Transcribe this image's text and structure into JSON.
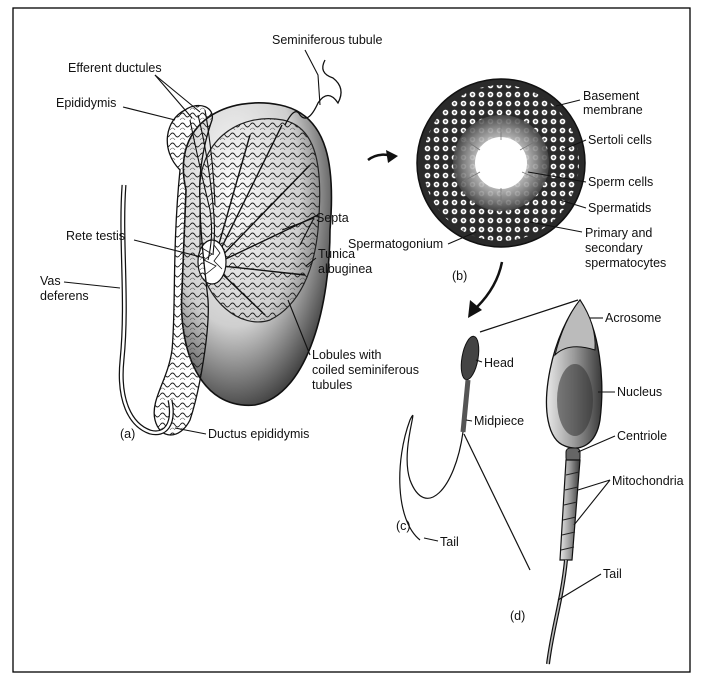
{
  "diagram": {
    "panel_a": {
      "panel_label": "(a)",
      "labels": {
        "seminiferous_tubule": "Seminiferous tubule",
        "efferent_ductules": "Efferent ductules",
        "epididymis": "Epididymis",
        "rete_testis": "Rete testis",
        "septa": "Septa",
        "vas_deferens_1": "Vas",
        "vas_deferens_2": "deferens",
        "tunica_albuginea_1": "Tunica",
        "tunica_albuginea_2": "albuginea",
        "lobules_1": "Lobules with",
        "lobules_2": "coiled seminiferous",
        "lobules_3": "tubules",
        "ductus_epididymis": "Ductus epididymis"
      }
    },
    "panel_b": {
      "panel_label": "(b)",
      "labels": {
        "basement_membrane_1": "Basement",
        "basement_membrane_2": "membrane",
        "sertoli_cells": "Sertoli cells",
        "sperm_cells": "Sperm cells",
        "spermatids": "Spermatids",
        "spermatogonium": "Spermatogonium",
        "spermatocytes_1": "Primary and",
        "spermatocytes_2": "secondary",
        "spermatocytes_3": "spermatocytes"
      }
    },
    "panel_c": {
      "panel_label": "(c)",
      "labels": {
        "head": "Head",
        "midpiece": "Midpiece",
        "tail": "Tail"
      }
    },
    "panel_d": {
      "panel_label": "(d)",
      "labels": {
        "acrosome": "Acrosome",
        "nucleus": "Nucleus",
        "centriole": "Centriole",
        "mitochondria": "Mitochondria",
        "tail": "Tail"
      }
    }
  }
}
